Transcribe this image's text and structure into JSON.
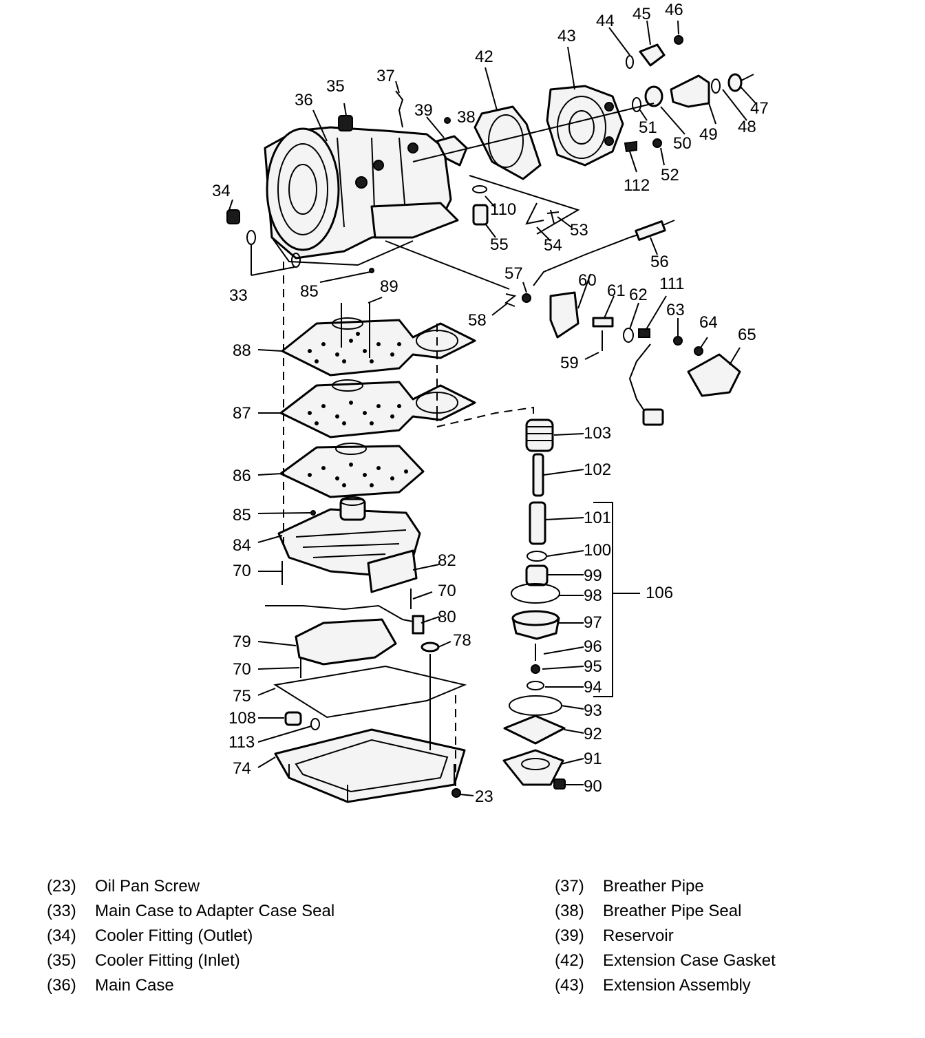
{
  "callouts": [
    {
      "id": "c23",
      "text": "23"
    },
    {
      "id": "c33",
      "text": "33"
    },
    {
      "id": "c34",
      "text": "34"
    },
    {
      "id": "c35",
      "text": "35"
    },
    {
      "id": "c36",
      "text": "36"
    },
    {
      "id": "c37",
      "text": "37"
    },
    {
      "id": "c38",
      "text": "38"
    },
    {
      "id": "c39",
      "text": "39"
    },
    {
      "id": "c42",
      "text": "42"
    },
    {
      "id": "c43",
      "text": "43"
    },
    {
      "id": "c44",
      "text": "44"
    },
    {
      "id": "c45",
      "text": "45"
    },
    {
      "id": "c46",
      "text": "46"
    },
    {
      "id": "c47",
      "text": "47"
    },
    {
      "id": "c48",
      "text": "48"
    },
    {
      "id": "c49",
      "text": "49"
    },
    {
      "id": "c50",
      "text": "50"
    },
    {
      "id": "c51",
      "text": "51"
    },
    {
      "id": "c52",
      "text": "52"
    },
    {
      "id": "c53",
      "text": "53"
    },
    {
      "id": "c54",
      "text": "54"
    },
    {
      "id": "c55",
      "text": "55"
    },
    {
      "id": "c56",
      "text": "56"
    },
    {
      "id": "c57",
      "text": "57"
    },
    {
      "id": "c58",
      "text": "58"
    },
    {
      "id": "c59",
      "text": "59"
    },
    {
      "id": "c60",
      "text": "60"
    },
    {
      "id": "c61",
      "text": "61"
    },
    {
      "id": "c62",
      "text": "62"
    },
    {
      "id": "c63",
      "text": "63"
    },
    {
      "id": "c64",
      "text": "64"
    },
    {
      "id": "c65",
      "text": "65"
    },
    {
      "id": "c70a",
      "text": "70"
    },
    {
      "id": "c70b",
      "text": "70"
    },
    {
      "id": "c70c",
      "text": "70"
    },
    {
      "id": "c74",
      "text": "74"
    },
    {
      "id": "c75",
      "text": "75"
    },
    {
      "id": "c78",
      "text": "78"
    },
    {
      "id": "c79",
      "text": "79"
    },
    {
      "id": "c80",
      "text": "80"
    },
    {
      "id": "c82",
      "text": "82"
    },
    {
      "id": "c84",
      "text": "84"
    },
    {
      "id": "c85a",
      "text": "85"
    },
    {
      "id": "c85b",
      "text": "85"
    },
    {
      "id": "c86",
      "text": "86"
    },
    {
      "id": "c87",
      "text": "87"
    },
    {
      "id": "c88",
      "text": "88"
    },
    {
      "id": "c89",
      "text": "89"
    },
    {
      "id": "c90",
      "text": "90"
    },
    {
      "id": "c91",
      "text": "91"
    },
    {
      "id": "c92",
      "text": "92"
    },
    {
      "id": "c93",
      "text": "93"
    },
    {
      "id": "c94",
      "text": "94"
    },
    {
      "id": "c95",
      "text": "95"
    },
    {
      "id": "c96",
      "text": "96"
    },
    {
      "id": "c97",
      "text": "97"
    },
    {
      "id": "c98",
      "text": "98"
    },
    {
      "id": "c99",
      "text": "99"
    },
    {
      "id": "c100",
      "text": "100"
    },
    {
      "id": "c101",
      "text": "101"
    },
    {
      "id": "c102",
      "text": "102"
    },
    {
      "id": "c103",
      "text": "103"
    },
    {
      "id": "c106",
      "text": "106"
    },
    {
      "id": "c108",
      "text": "108"
    },
    {
      "id": "c110",
      "text": "110"
    },
    {
      "id": "c111",
      "text": "111"
    },
    {
      "id": "c112",
      "text": "112"
    },
    {
      "id": "c113",
      "text": "113"
    }
  ],
  "legend": {
    "left": [
      {
        "num": "(23)",
        "label": "Oil Pan Screw"
      },
      {
        "num": "(33)",
        "label": "Main Case to Adapter Case Seal"
      },
      {
        "num": "(34)",
        "label": "Cooler Fitting (Outlet)"
      },
      {
        "num": "(35)",
        "label": "Cooler Fitting (Inlet)"
      },
      {
        "num": "(36)",
        "label": "Main Case"
      }
    ],
    "right": [
      {
        "num": "(37)",
        "label": "Breather Pipe"
      },
      {
        "num": "(38)",
        "label": "Breather Pipe Seal"
      },
      {
        "num": "(39)",
        "label": "Reservoir"
      },
      {
        "num": "(42)",
        "label": "Extension Case Gasket"
      },
      {
        "num": "(43)",
        "label": "Extension Assembly"
      }
    ]
  }
}
